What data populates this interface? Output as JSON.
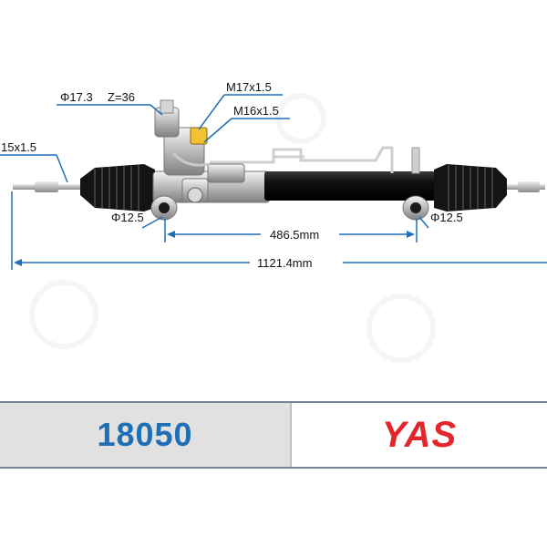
{
  "dimensions": {
    "pinion_diameter": "Φ17.3",
    "teeth": "Z=36",
    "thread_top": "M17x1.5",
    "thread_mid": "M16x1.5",
    "thread_left": "15x1.5",
    "mount_left": "Φ12.5",
    "mount_right": "Φ12.5",
    "mount_spacing": "486.5mm",
    "total_length": "1121.4mm"
  },
  "footer": {
    "part_number": "18050",
    "brand": "YAS"
  },
  "colors": {
    "part_number": "#1e6fb5",
    "brand": "#e3262b",
    "bar_left_bg": "#e1e1e1",
    "dimension_line": "#1e6fb5"
  }
}
